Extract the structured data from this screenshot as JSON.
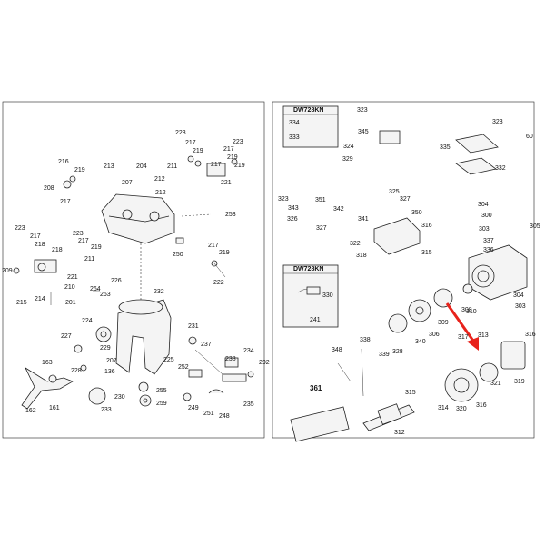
{
  "colors": {
    "arrow": "#e8231c",
    "line": "#222222",
    "background": "#ffffff"
  },
  "left_labels": [
    "223",
    "217",
    "219",
    "223",
    "217",
    "219",
    "216",
    "213",
    "204",
    "211",
    "217",
    "219",
    "208",
    "219",
    "207",
    "212",
    "221",
    "217",
    "212",
    "253",
    "223",
    "217",
    "218",
    "223",
    "217",
    "219",
    "218",
    "209",
    "211",
    "221",
    "210",
    "214",
    "201",
    "250",
    "217",
    "219",
    "222",
    "215",
    "264",
    "226",
    "263",
    "232",
    "224",
    "231",
    "227",
    "229",
    "237",
    "228",
    "238",
    "234",
    "163",
    "207",
    "225",
    "202",
    "136",
    "252",
    "230",
    "255",
    "162",
    "161",
    "233",
    "259",
    "249",
    "251",
    "248",
    "235"
  ],
  "right_labels": {
    "dw728kn_box_title": "DW728KN",
    "dw728kn_box_labels": [
      "334",
      "333"
    ],
    "dw728kn_box2_title": "DW728KN",
    "dw728kn_box2_labels": [
      "330",
      "241"
    ],
    "labels": [
      "323",
      "345",
      "324",
      "329",
      "325",
      "327",
      "323",
      "351",
      "343",
      "342",
      "326",
      "341",
      "327",
      "350",
      "316",
      "322",
      "315",
      "318",
      "323",
      "60",
      "335",
      "332",
      "304",
      "300",
      "303",
      "305",
      "337",
      "336",
      "304",
      "310",
      "303",
      "308",
      "309",
      "306",
      "340",
      "328",
      "339",
      "338",
      "348",
      "313",
      "317",
      "316",
      "319",
      "321",
      "315",
      "314",
      "320",
      "316",
      "361",
      "312"
    ]
  },
  "arrow_target": "313"
}
